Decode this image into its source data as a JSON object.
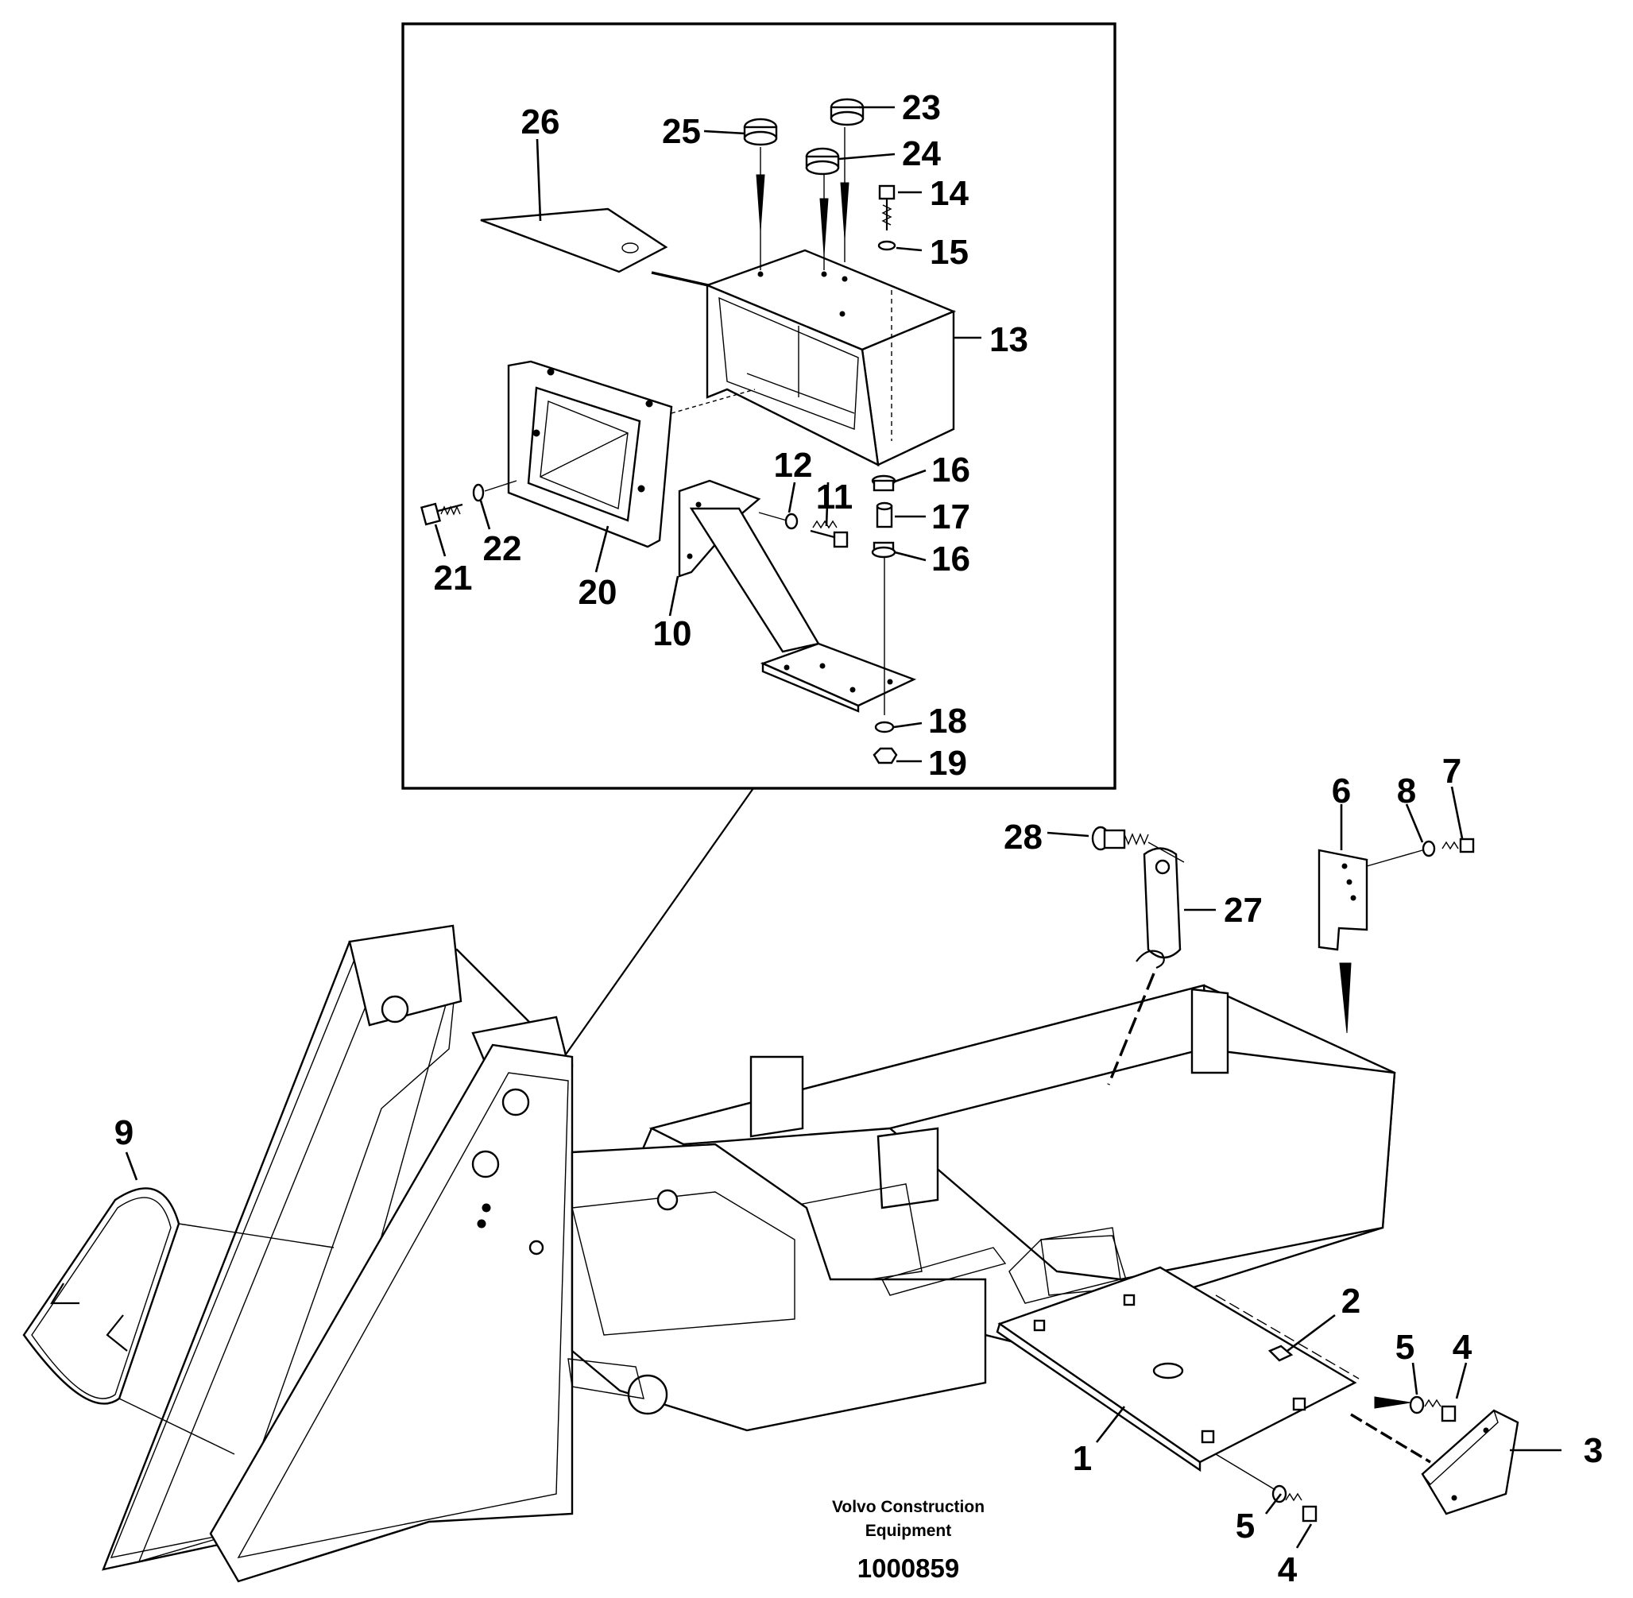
{
  "callouts": {
    "c1": "1",
    "c2": "2",
    "c3": "3",
    "c4a": "4",
    "c4b": "4",
    "c5a": "5",
    "c5b": "5",
    "c6": "6",
    "c7": "7",
    "c8": "8",
    "c9": "9",
    "c10": "10",
    "c11": "11",
    "c12": "12",
    "c13": "13",
    "c14": "14",
    "c15": "15",
    "c16a": "16",
    "c16b": "16",
    "c17": "17",
    "c18": "18",
    "c19": "19",
    "c20": "20",
    "c21": "21",
    "c22": "22",
    "c23": "23",
    "c24": "24",
    "c25": "25",
    "c26": "26",
    "c27": "27",
    "c28": "28"
  },
  "caption": {
    "line1": "Volvo Construction",
    "line2": "Equipment",
    "number": "1000859"
  }
}
